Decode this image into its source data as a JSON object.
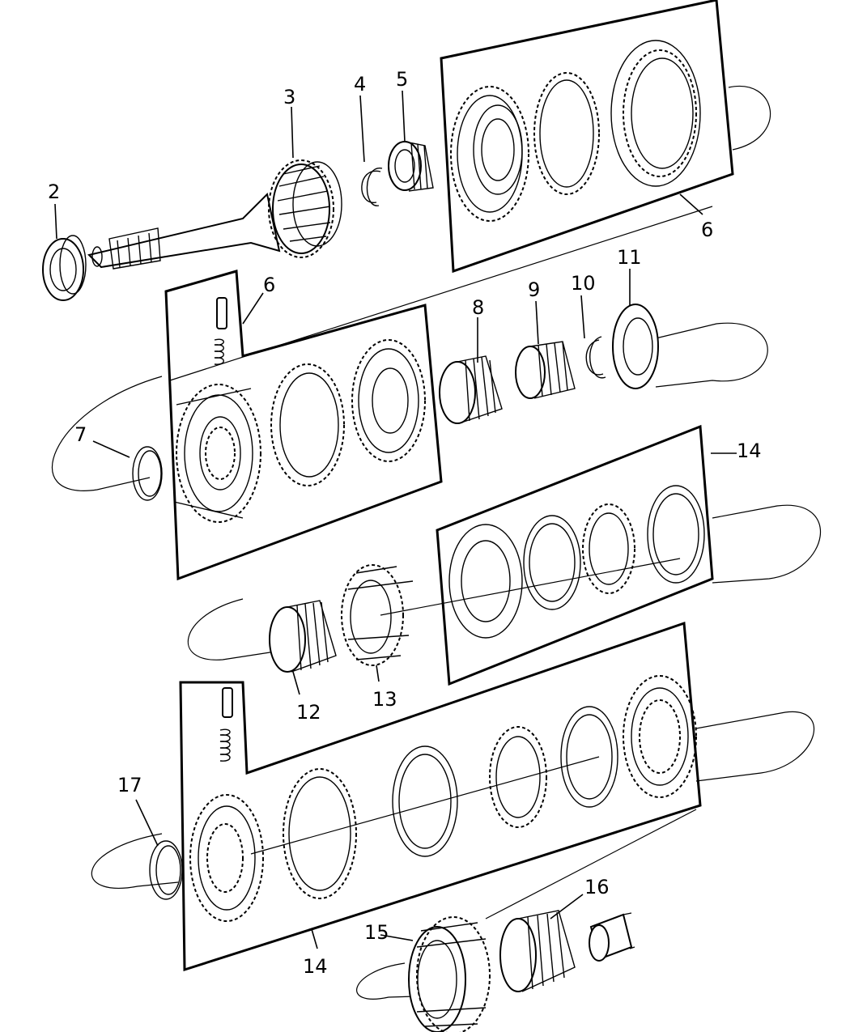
{
  "labels": {
    "l2": "2",
    "l3": "3",
    "l4": "4",
    "l5": "5",
    "l6a": "6",
    "l6b": "6",
    "l7": "7",
    "l8": "8",
    "l9": "9",
    "l10": "10",
    "l11": "11",
    "l12": "12",
    "l13": "13",
    "l14a": "14",
    "l14b": "14",
    "l15": "15",
    "l16": "16",
    "l17": "17"
  }
}
